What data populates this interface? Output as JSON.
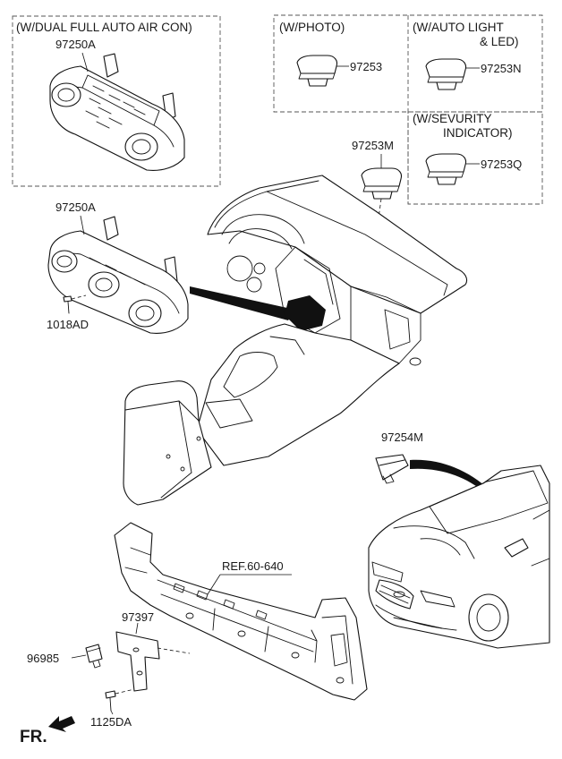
{
  "boxes": {
    "dual_auto": "(W/DUAL FULL AUTO AIR CON)",
    "photo": "(W/PHOTO)",
    "auto_light_line1": "(W/AUTO LIGHT",
    "auto_light_line2": "& LED)",
    "security_line1": "(W/SEVURITY",
    "security_line2": "INDICATOR)"
  },
  "parts": {
    "p97250A_dual": "97250A",
    "p97253": "97253",
    "p97253N": "97253N",
    "p97253M": "97253M",
    "p97253Q": "97253Q",
    "p97250A": "97250A",
    "p1018AD": "1018AD",
    "p97254M": "97254M",
    "ref": "REF.60-640",
    "p97397": "97397",
    "p96985": "96985",
    "p1125DA": "1125DA"
  },
  "direction_label": "FR."
}
